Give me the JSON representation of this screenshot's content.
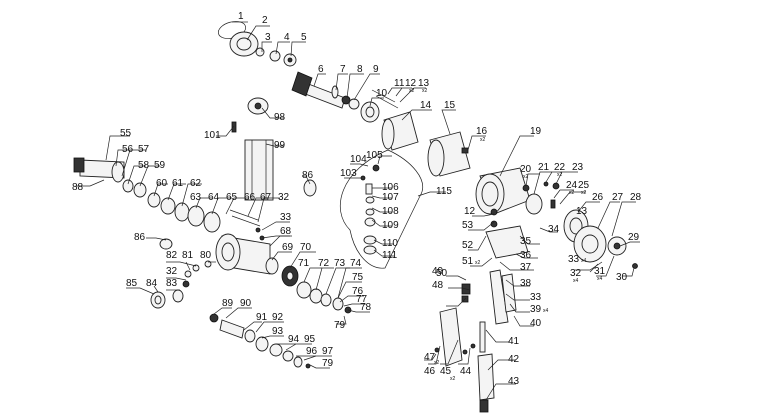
{
  "diagram": {
    "labels": [
      {
        "text": "1"
      },
      {
        "text": "2"
      },
      {
        "text": "3"
      },
      {
        "text": "4"
      },
      {
        "text": "5"
      },
      {
        "text": "6"
      },
      {
        "text": "7"
      },
      {
        "text": "8"
      },
      {
        "text": "9"
      },
      {
        "text": "10"
      },
      {
        "text": "11"
      },
      {
        "text": "12",
        "sub": "x2"
      },
      {
        "text": "13",
        "sub": "x2"
      },
      {
        "text": "14"
      },
      {
        "text": "15"
      },
      {
        "text": "16",
        "sub": "x2"
      },
      {
        "text": "19"
      },
      {
        "text": "20",
        "sub": "x2"
      },
      {
        "text": "21"
      },
      {
        "text": "22",
        "sub": "x2"
      },
      {
        "text": "23"
      },
      {
        "text": "24",
        "sub": "x2"
      },
      {
        "text": "25",
        "sub": "x2"
      },
      {
        "text": "26"
      },
      {
        "text": "27"
      },
      {
        "text": "28"
      },
      {
        "text": "29"
      },
      {
        "text": "30"
      },
      {
        "text": "31",
        "sub": "x4"
      },
      {
        "text": "32",
        "sub": "x4"
      },
      {
        "text": "33",
        "sub": "x4"
      },
      {
        "text": "12"
      },
      {
        "text": "13"
      },
      {
        "text": "53"
      },
      {
        "text": "34"
      },
      {
        "text": "35"
      },
      {
        "text": "52"
      },
      {
        "text": "36"
      },
      {
        "text": "51",
        "sub": "x2"
      },
      {
        "text": "37"
      },
      {
        "text": "38"
      },
      {
        "text": "33"
      },
      {
        "text": "39",
        "sub": "x4"
      },
      {
        "text": "40"
      },
      {
        "text": "49"
      },
      {
        "text": "50"
      },
      {
        "text": "48"
      },
      {
        "text": "41"
      },
      {
        "text": "42"
      },
      {
        "text": "43"
      },
      {
        "text": "44"
      },
      {
        "text": "45",
        "sub": "x2"
      },
      {
        "text": "46"
      },
      {
        "text": "47",
        "sub": "x2"
      },
      {
        "text": "104"
      },
      {
        "text": "105"
      },
      {
        "text": "103"
      },
      {
        "text": "106"
      },
      {
        "text": "107"
      },
      {
        "text": "108"
      },
      {
        "text": "109"
      },
      {
        "text": "110"
      },
      {
        "text": "111"
      },
      {
        "text": "115"
      },
      {
        "text": "86"
      },
      {
        "text": "98"
      },
      {
        "text": "99"
      },
      {
        "text": "101"
      },
      {
        "text": "55"
      },
      {
        "text": "56"
      },
      {
        "text": "57"
      },
      {
        "text": "58"
      },
      {
        "text": "59"
      },
      {
        "text": "60"
      },
      {
        "text": "61"
      },
      {
        "text": "62"
      },
      {
        "text": "88"
      },
      {
        "text": "63"
      },
      {
        "text": "64"
      },
      {
        "text": "65"
      },
      {
        "text": "66"
      },
      {
        "text": "67"
      },
      {
        "text": "32"
      },
      {
        "text": "33"
      },
      {
        "text": "68"
      },
      {
        "text": "86"
      },
      {
        "text": "69"
      },
      {
        "text": "70"
      },
      {
        "text": "71"
      },
      {
        "text": "72"
      },
      {
        "text": "73"
      },
      {
        "text": "74"
      },
      {
        "text": "75"
      },
      {
        "text": "76"
      },
      {
        "text": "77"
      },
      {
        "text": "78"
      },
      {
        "text": "79"
      },
      {
        "text": "82"
      },
      {
        "text": "81"
      },
      {
        "text": "80"
      },
      {
        "text": "32"
      },
      {
        "text": "83"
      },
      {
        "text": "85"
      },
      {
        "text": "84"
      },
      {
        "text": "89"
      },
      {
        "text": "90"
      },
      {
        "text": "91"
      },
      {
        "text": "92"
      },
      {
        "text": "93"
      },
      {
        "text": "94"
      },
      {
        "text": "95"
      },
      {
        "text": "96"
      },
      {
        "text": "97"
      },
      {
        "text": "79"
      }
    ]
  }
}
